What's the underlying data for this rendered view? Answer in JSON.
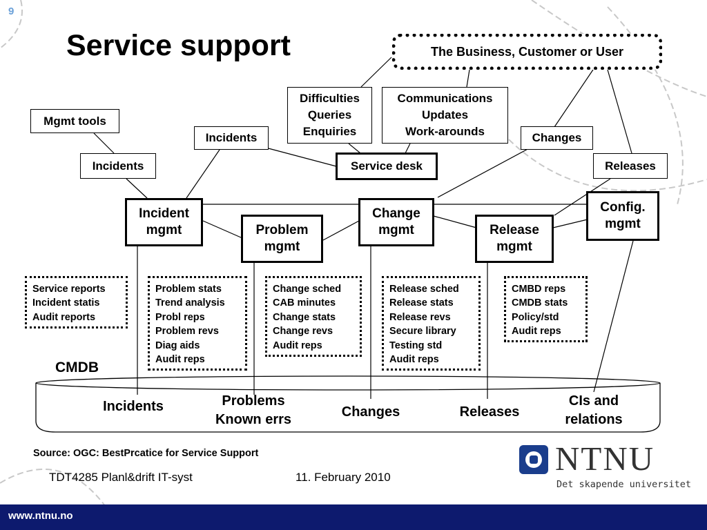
{
  "slide": {
    "number": "9",
    "title": "Service support",
    "source": "Source: OGC: BestPrcatice for Service Support",
    "footer_course": "TDT4285 Planl&drift IT-syst",
    "footer_date": "11. February 2010",
    "url": "www.ntnu.no",
    "logo_text": "NTNU",
    "logo_tagline": "Det skapende universitet",
    "colors": {
      "footer_bar": "#0d1a6e",
      "logo_blue": "#1a3d8c",
      "slide_number": "#6aa0d8"
    }
  },
  "top": {
    "business": "The Business, Customer or User",
    "difficulties": [
      "Difficulties",
      "Queries",
      "Enquiries"
    ],
    "communications": [
      "Communications",
      "Updates",
      "Work-arounds"
    ],
    "mgmt_tools": "Mgmt tools",
    "incidents_upper": "Incidents",
    "changes": "Changes",
    "incidents_left": "Incidents",
    "service_desk": "Service desk",
    "releases": "Releases"
  },
  "processes": {
    "incident": [
      "Incident",
      "mgmt"
    ],
    "problem": [
      "Problem",
      "mgmt"
    ],
    "change": [
      "Change",
      "mgmt"
    ],
    "release": [
      "Release",
      "mgmt"
    ],
    "config": [
      "Config.",
      "mgmt"
    ]
  },
  "outputs": {
    "incident": [
      "Service reports",
      "Incident statis",
      "Audit reports"
    ],
    "problem": [
      "Problem stats",
      "Trend analysis",
      "Probl reps",
      "Problem revs",
      "Diag aids",
      "Audit reps"
    ],
    "change": [
      "Change sched",
      "CAB minutes",
      "Change stats",
      "Change revs",
      "Audit reps"
    ],
    "release": [
      "Release sched",
      "Release stats",
      "Release revs",
      "Secure library",
      "Testing std",
      "Audit reps"
    ],
    "config": [
      "CMBD reps",
      "CMDB stats",
      "Policy/std",
      "Audit reps"
    ]
  },
  "cmdb": {
    "label": "CMDB",
    "incidents": "Incidents",
    "problems": [
      "Problems",
      "Known errs"
    ],
    "changes": "Changes",
    "releases": "Releases",
    "cis": [
      "CIs and",
      "relations"
    ]
  }
}
